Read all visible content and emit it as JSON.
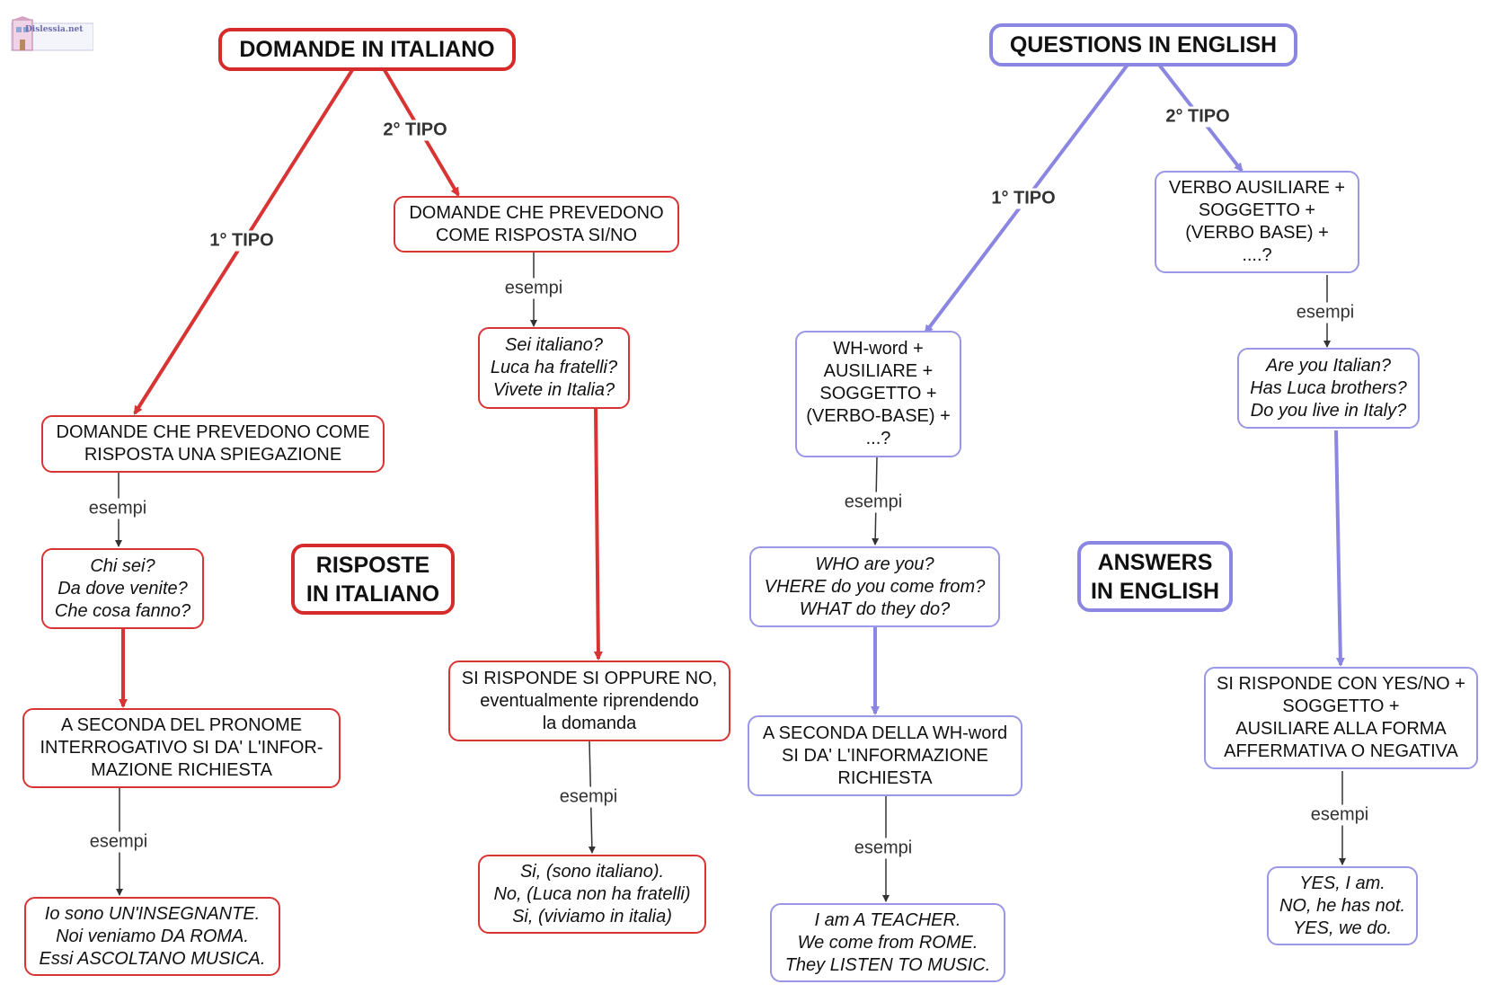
{
  "logo": {
    "text": "Dislessia.net"
  },
  "italian": {
    "title": "DOMANDE IN ITALIANO",
    "edge_type1": "1° TIPO",
    "edge_type2": "2° TIPO",
    "type1_node": [
      "DOMANDE CHE PREVEDONO COME",
      "RISPOSTA UNA SPIEGAZIONE"
    ],
    "type1_examples": [
      "Chi sei?",
      "Da dove venite?",
      "Che cosa fanno?"
    ],
    "type1_answer": [
      "A SECONDA DEL PRONOME",
      "INTERROGATIVO SI DA' L'INFOR-",
      "MAZIONE RICHIESTA"
    ],
    "type1_answer_examples": [
      "Io sono UN'INSEGNANTE.",
      "Noi veniamo DA ROMA.",
      "Essi ASCOLTANO MUSICA."
    ],
    "type2_node": [
      "DOMANDE CHE PREVEDONO",
      "COME RISPOSTA SI/NO"
    ],
    "type2_examples": [
      "Sei italiano?",
      "Luca ha fratelli?",
      "Vivete in Italia?"
    ],
    "type2_answer": [
      "SI RISPONDE SI OPPURE NO,",
      "eventualmente riprendendo",
      "la domanda"
    ],
    "type2_answer_examples": [
      "Si, (sono italiano).",
      "No, (Luca non ha fratelli)",
      "Si, (viviamo in italia)"
    ],
    "answers_title": [
      "RISPOSTE",
      "IN ITALIANO"
    ]
  },
  "english": {
    "title": "QUESTIONS IN ENGLISH",
    "edge_type1": "1° TIPO",
    "edge_type2": "2° TIPO",
    "type1_node": [
      "WH-word +",
      "AUSILIARE +",
      "SOGGETTO +",
      "(VERBO-BASE) +",
      "...?"
    ],
    "type1_examples": [
      "WHO are you?",
      "VHERE do you come from?",
      "WHAT do they do?"
    ],
    "type1_answer": [
      "A SECONDA DELLA WH-word",
      "SI DA' L'INFORMAZIONE",
      "RICHIESTA"
    ],
    "type1_answer_examples": [
      "I am A TEACHER.",
      "We come from ROME.",
      "They LISTEN TO MUSIC."
    ],
    "type2_node": [
      "VERBO AUSILIARE +",
      "SOGGETTO +",
      "(VERBO BASE) +",
      "....?"
    ],
    "type2_examples": [
      "Are you Italian?",
      "Has Luca brothers?",
      "Do you live in Italy?"
    ],
    "type2_answer": [
      "SI RISPONDE CON YES/NO +",
      "SOGGETTO +",
      "AUSILIARE ALLA FORMA",
      "AFFERMATIVA O NEGATIVA"
    ],
    "type2_answer_examples": [
      "YES, I am.",
      "NO, he has not.",
      "YES, we do."
    ],
    "answers_title": [
      "ANSWERS",
      "IN ENGLISH"
    ]
  },
  "edge_esempi": "esempi",
  "colors": {
    "italian_accent": "#d93434",
    "english_accent": "#8a86e2",
    "connector": "#333333"
  }
}
